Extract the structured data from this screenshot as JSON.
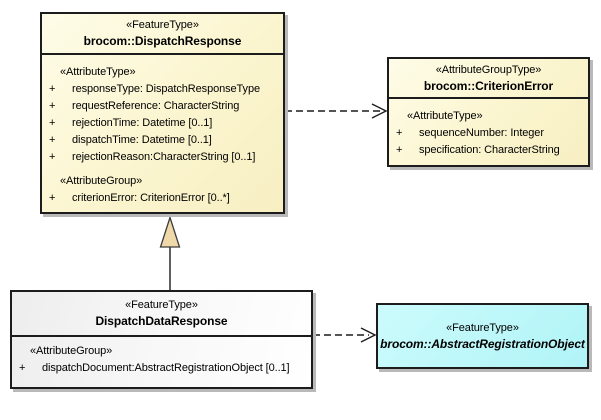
{
  "diagram": {
    "boxes": {
      "dispatch_response": {
        "stereotype": "«FeatureType»",
        "name": "brocom::DispatchResponse",
        "attr_type_label": "«AttributeType»",
        "attributes": [
          {
            "vis": "+",
            "text": "responseType: DispatchResponseType"
          },
          {
            "vis": "+",
            "text": "requestReference: CharacterString"
          },
          {
            "vis": "+",
            "text": "rejectionTime: Datetime [0..1]"
          },
          {
            "vis": "+",
            "text": "dispatchTime: Datetime [0..1]"
          },
          {
            "vis": "+",
            "text": "rejectionReason:CharacterString [0..1]"
          }
        ],
        "attr_group_label": "«AttributeGroup»",
        "group_attributes": [
          {
            "vis": "+",
            "text": "criterionError: CriterionError [0..*]"
          }
        ]
      },
      "criterion_error": {
        "stereotype": "«AttributeGroupType»",
        "name": "brocom::CriterionError",
        "attr_type_label": "«AttributeType»",
        "attributes": [
          {
            "vis": "+",
            "text": "sequenceNumber: Integer"
          },
          {
            "vis": "+",
            "text": "specification: CharacterString"
          }
        ]
      },
      "dispatch_data_response": {
        "stereotype": "«FeatureType»",
        "name": "DispatchDataResponse",
        "attr_group_label": "«AttributeGroup»",
        "attributes": [
          {
            "vis": "+",
            "text": "dispatchDocument:AbstractRegistrationObject [0..1]"
          }
        ]
      },
      "abstract_registration_object": {
        "stereotype": "«FeatureType»",
        "name": "brocom::AbstractRegistrationObject"
      }
    },
    "colors": {
      "box_yellow": "#FBF5CF",
      "box_gray": "#EDEDED",
      "box_cyan": "#B0F4F7",
      "border": "#1C1C1C",
      "shadow": "#B9B9B9",
      "triangle_fill": "#F0D9A8",
      "triangle_stroke": "#3C3C3C"
    }
  }
}
